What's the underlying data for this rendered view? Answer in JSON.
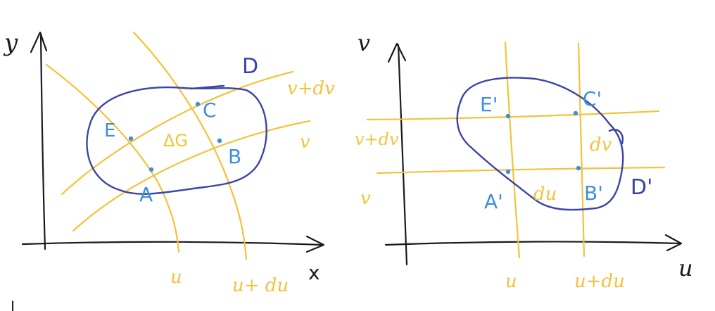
{
  "colors": {
    "axis": "#1a1a1a",
    "region": "#3a44a8",
    "grid_curve": "#f2c33a",
    "point": "#3d8ee0",
    "point_label": "#3d8ee0",
    "curve_label": "#f2c33a"
  },
  "left_diagram": {
    "x_axis_label": "x",
    "y_axis_label": "y",
    "region_label": "D",
    "area_label": "ΔG",
    "curve_labels": {
      "u": "u",
      "u_plus_du": "u+ du",
      "v": "v",
      "v_plus_dv": "v+dv"
    },
    "points": [
      "A",
      "B",
      "C",
      "E"
    ]
  },
  "right_diagram": {
    "x_axis_label": "u",
    "y_axis_label": "v",
    "region_label": "D'",
    "du_label": "du",
    "dv_label": "dv",
    "line_labels": {
      "u": "u",
      "u_plus_du": "u+du",
      "v": "v",
      "v_plus_dv": "v+dv"
    },
    "points": [
      "A'",
      "B'",
      "C'",
      "E'"
    ]
  },
  "corner_mark": "|"
}
